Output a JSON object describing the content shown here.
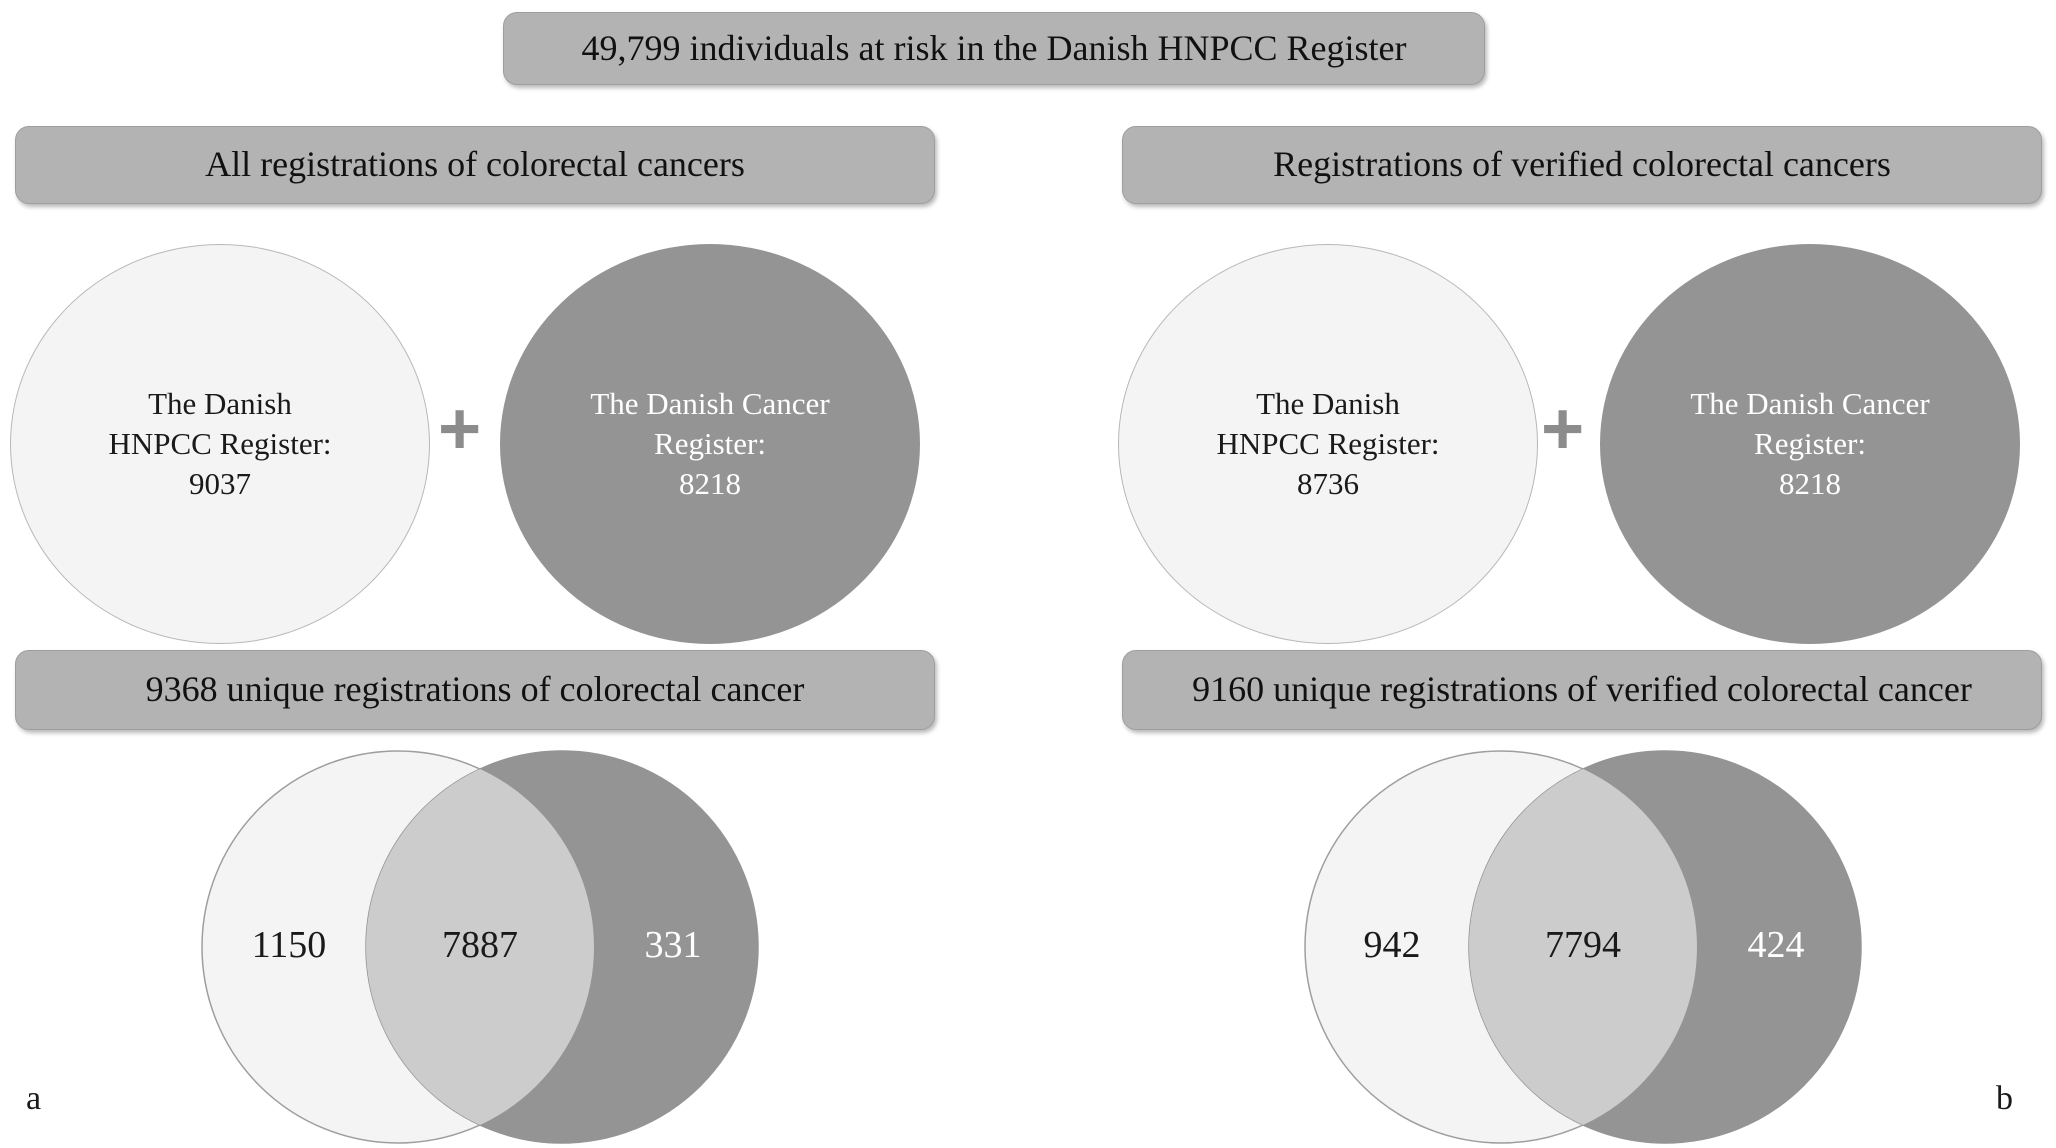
{
  "title_banner": {
    "text": "49,799 individuals at risk in the Danish HNPCC Register"
  },
  "panels": [
    {
      "letter": "a",
      "header": "All registrations of colorectal cancers",
      "summary": "9368 unique registrations of colorectal cancer",
      "sources": [
        {
          "name": "The Danish HNPCC Register:",
          "line1": "The Danish",
          "line2": "HNPCC Register:",
          "value": "9037"
        },
        {
          "name": "The Danish Cancer Register:",
          "line1": "The Danish Cancer",
          "line2": "Register:",
          "value": "8218"
        }
      ],
      "operator": "+",
      "venn": {
        "left_only": "1150",
        "intersection": "7887",
        "right_only": "331"
      }
    },
    {
      "letter": "b",
      "header": "Registrations of verified colorectal cancers",
      "summary": "9160 unique registrations of verified colorectal cancer",
      "sources": [
        {
          "name": "The Danish HNPCC Register:",
          "line1": "The Danish",
          "line2": "HNPCC Register:",
          "value": "8736"
        },
        {
          "name": "The Danish Cancer Register:",
          "line1": "The Danish Cancer",
          "line2": "Register:",
          "value": "8218"
        }
      ],
      "operator": "+",
      "venn": {
        "left_only": "942",
        "intersection": "7794",
        "right_only": "424"
      }
    }
  ],
  "colors": {
    "banner_fill": "#b3b3b3",
    "circle_light": "#f4f4f4",
    "circle_dark": "#949494",
    "venn_overlap": "#cccccc",
    "plus_sign": "#8c8c8c",
    "text_dark": "#1a1a1a",
    "text_light": "#ffffff"
  }
}
